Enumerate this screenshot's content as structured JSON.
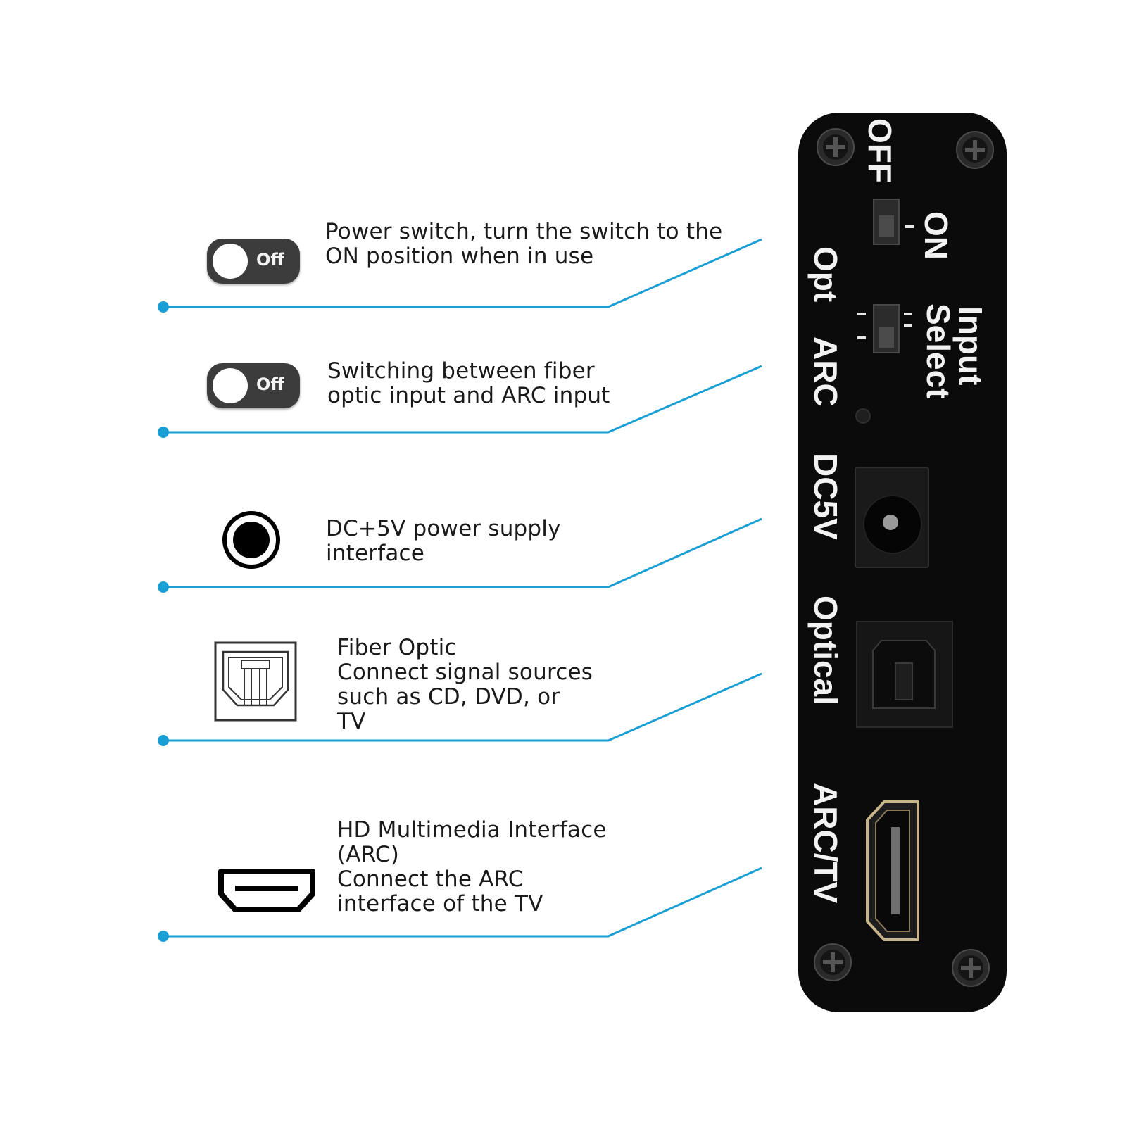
{
  "colors": {
    "accent": "#1a9fd4",
    "panel": "#0b0b0b",
    "toggle": "#3c3c3c"
  },
  "callouts": [
    {
      "icon": "power-switch-icon",
      "toggle_label": "Off",
      "lines": [
        "Power switch, turn the switch to the",
        "ON position when in use"
      ]
    },
    {
      "icon": "input-select-switch-icon",
      "toggle_label": "Off",
      "lines": [
        "Switching between fiber",
        "optic input and ARC input"
      ]
    },
    {
      "icon": "dc-jack-icon",
      "lines": [
        "DC+5V power supply",
        "interface"
      ]
    },
    {
      "icon": "optical-port-icon",
      "lines": [
        "Fiber Optic",
        "Connect signal sources",
        "such as CD, DVD, or",
        "TV"
      ]
    },
    {
      "icon": "hdmi-port-icon",
      "lines": [
        "HD Multimedia Interface",
        "(ARC)",
        "Connect the ARC",
        "interface of the TV"
      ]
    }
  ],
  "panel": {
    "off": "OFF",
    "on": "ON",
    "input": "Input",
    "select": "Select",
    "opt": "Opt",
    "arc": "ARC",
    "dc5v": "DC5V",
    "optical": "Optical",
    "arc_tv": "ARC/TV"
  }
}
